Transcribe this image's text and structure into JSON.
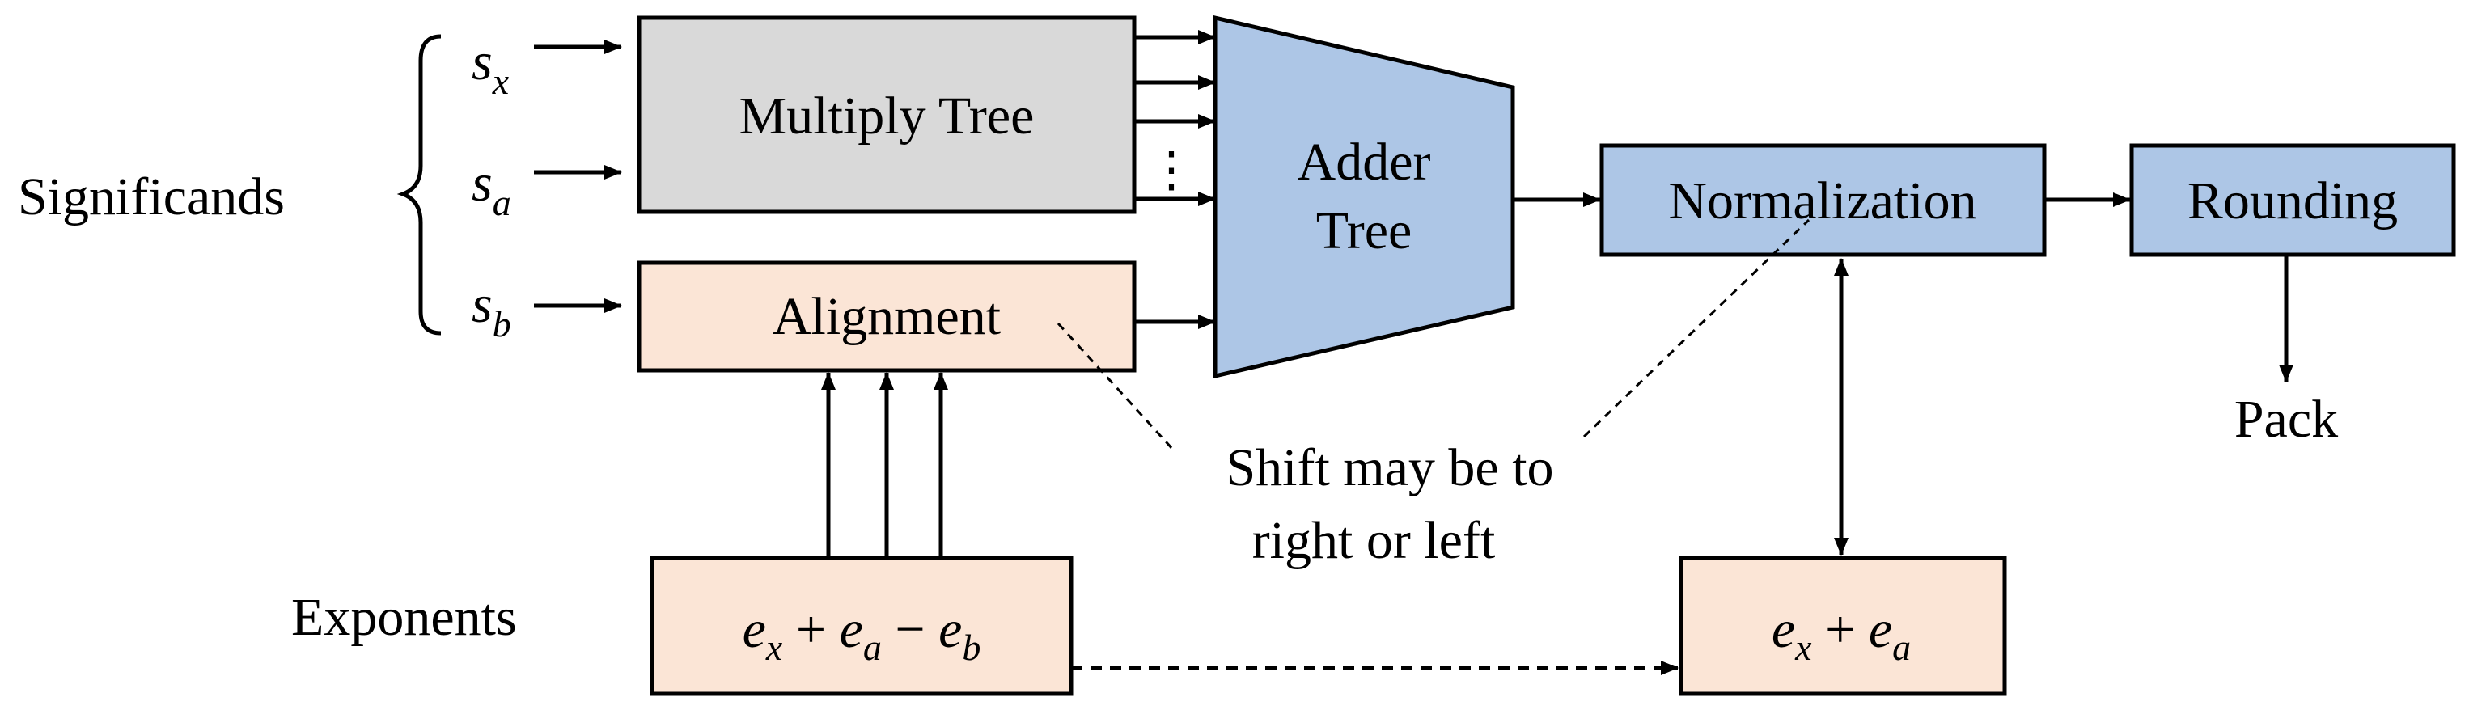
{
  "labels": {
    "significands": "Significands",
    "exponents": "Exponents",
    "multiply_tree": "Multiply Tree",
    "alignment": "Alignment",
    "adder_tree_line1": "Adder",
    "adder_tree_line2": "Tree",
    "normalization": "Normalization",
    "rounding": "Rounding",
    "pack": "Pack",
    "note_line1": "Shift may be to",
    "note_line2": "right or left",
    "dots": "⋮"
  },
  "inputs": {
    "sx_base": "s",
    "sx_sub": "x",
    "sa_base": "s",
    "sa_sub": "a",
    "sb_base": "s",
    "sb_sub": "b"
  },
  "exponent_expr_left": {
    "t1": "e",
    "t1_sub": "x",
    "op1": " + ",
    "t2": "e",
    "t2_sub": "a",
    "op2": " − ",
    "t3": "e",
    "t3_sub": "b"
  },
  "exponent_expr_right": {
    "t1": "e",
    "t1_sub": "x",
    "op1": " + ",
    "t2": "e",
    "t2_sub": "a"
  },
  "colors": {
    "multiply_tree_fill": "#d9d9d9",
    "alignment_fill": "#fbe5d6",
    "blue_fill": "#adc6e6"
  }
}
